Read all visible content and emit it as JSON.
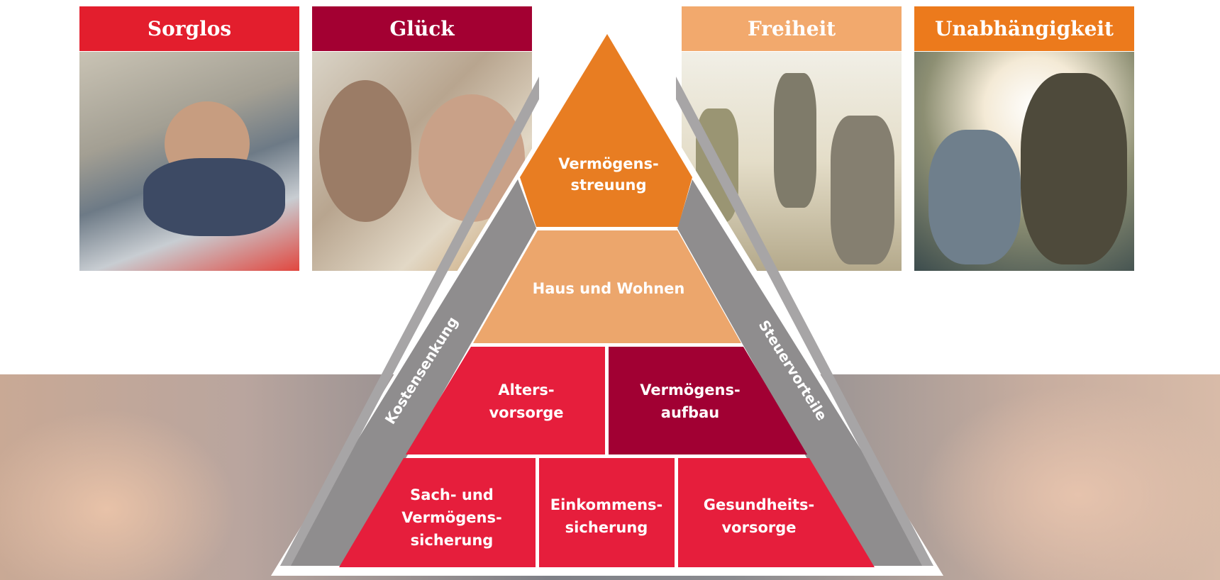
{
  "tiles": [
    {
      "title": "Sorglos",
      "color": "#e31e2d"
    },
    {
      "title": "Glück",
      "color": "#a30032"
    },
    {
      "title": "Freiheit",
      "color": "#f2a96d"
    },
    {
      "title": "Unabhängigkeit",
      "color": "#ec7a1c"
    }
  ],
  "pyramid": {
    "top": {
      "line1": "Vermögens-",
      "line2": "streuung",
      "color": "#e87d22"
    },
    "middle": {
      "label": "Haus und Wohnen",
      "color": "#eca66c"
    },
    "row2": [
      {
        "line1": "Alters-",
        "line2": "vorsorge",
        "color": "#e61e3c"
      },
      {
        "line1": "Vermögens-",
        "line2": "aufbau",
        "color": "#a10033"
      }
    ],
    "row3": [
      {
        "line1": "Sach- und",
        "line2": "Vermögens-",
        "line3": "sicherung",
        "color": "#e61e3c"
      },
      {
        "line1": "Einkommens-",
        "line2": "sicherung",
        "color": "#e61e3c"
      },
      {
        "line1": "Gesundheits-",
        "line2": "vorsorge",
        "color": "#e61e3c"
      }
    ],
    "left_side": "Kostensenkung",
    "right_side": "Steuervorteile",
    "side_color": "#8f8d8e"
  }
}
